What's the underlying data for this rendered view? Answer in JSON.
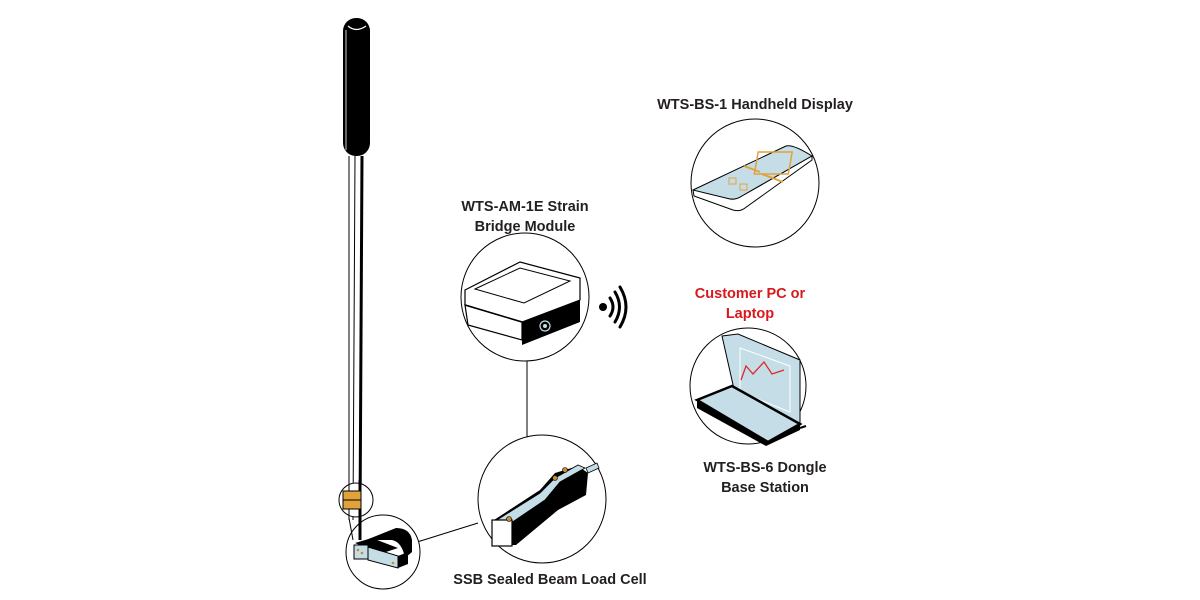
{
  "diagram": {
    "title": "Wireless strain measurement system",
    "colors": {
      "outline": "#000000",
      "text": "#231f20",
      "highlight_text": "#d7191c",
      "screen_fill": "#c5dde6",
      "accent_orange": "#e2a23a",
      "chart_line": "#e0282a"
    },
    "components": [
      {
        "id": "handheld",
        "label_lines": [
          "WTS-BS-1 Handheld Display"
        ],
        "icon": "handheld-display-icon"
      },
      {
        "id": "module",
        "label_lines": [
          "WTS-AM-1E Strain",
          "Bridge Module"
        ],
        "icon": "strain-bridge-module-icon"
      },
      {
        "id": "laptop",
        "label_lines": [
          "Customer PC or",
          "Laptop"
        ],
        "icon": "laptop-icon",
        "highlight": true
      },
      {
        "id": "dongle",
        "label_lines": [
          "WTS-BS-6 Dongle",
          "Base Station"
        ],
        "icon": "dongle-base-station-icon"
      },
      {
        "id": "loadcell",
        "label_lines": [
          "SSB Sealed Beam Load Cell"
        ],
        "icon": "load-cell-icon"
      }
    ],
    "wireless_icon": "wireless-signal-icon",
    "device_icon": "tension-rod-icon"
  }
}
